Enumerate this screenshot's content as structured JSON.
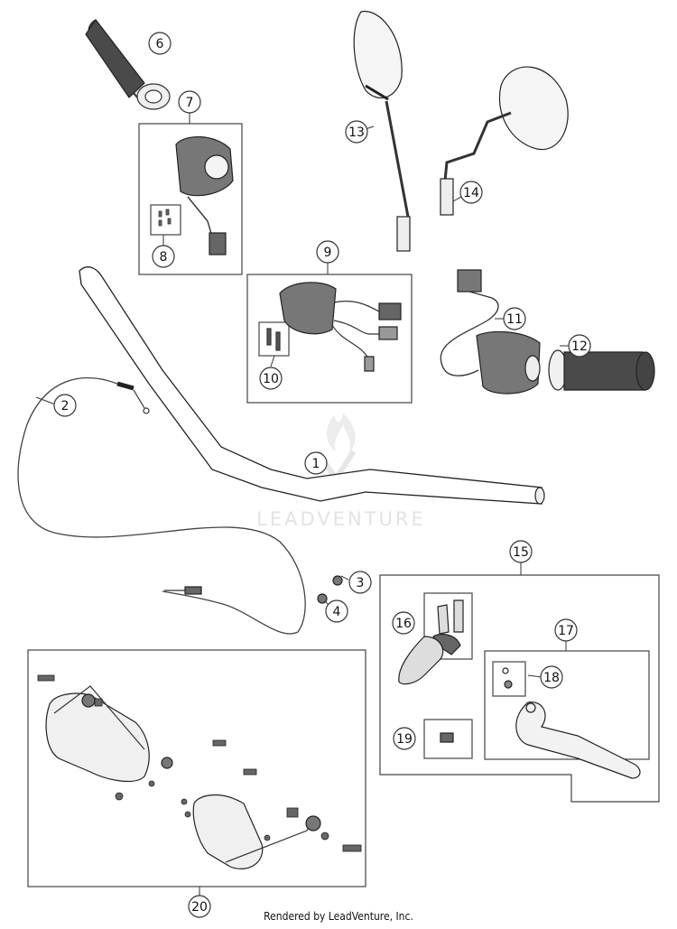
{
  "watermark": "LEADVENTURE",
  "footer": "Rendered by LeadVenture, Inc.",
  "callouts": {
    "c1": "1",
    "c2": "2",
    "c3": "3",
    "c4": "4",
    "c6": "6",
    "c7": "7",
    "c8": "8",
    "c9": "9",
    "c10": "10",
    "c11": "11",
    "c12": "12",
    "c13": "13",
    "c14": "14",
    "c15": "15",
    "c16": "16",
    "c17": "17",
    "c18": "18",
    "c19": "19",
    "c20": "20"
  }
}
